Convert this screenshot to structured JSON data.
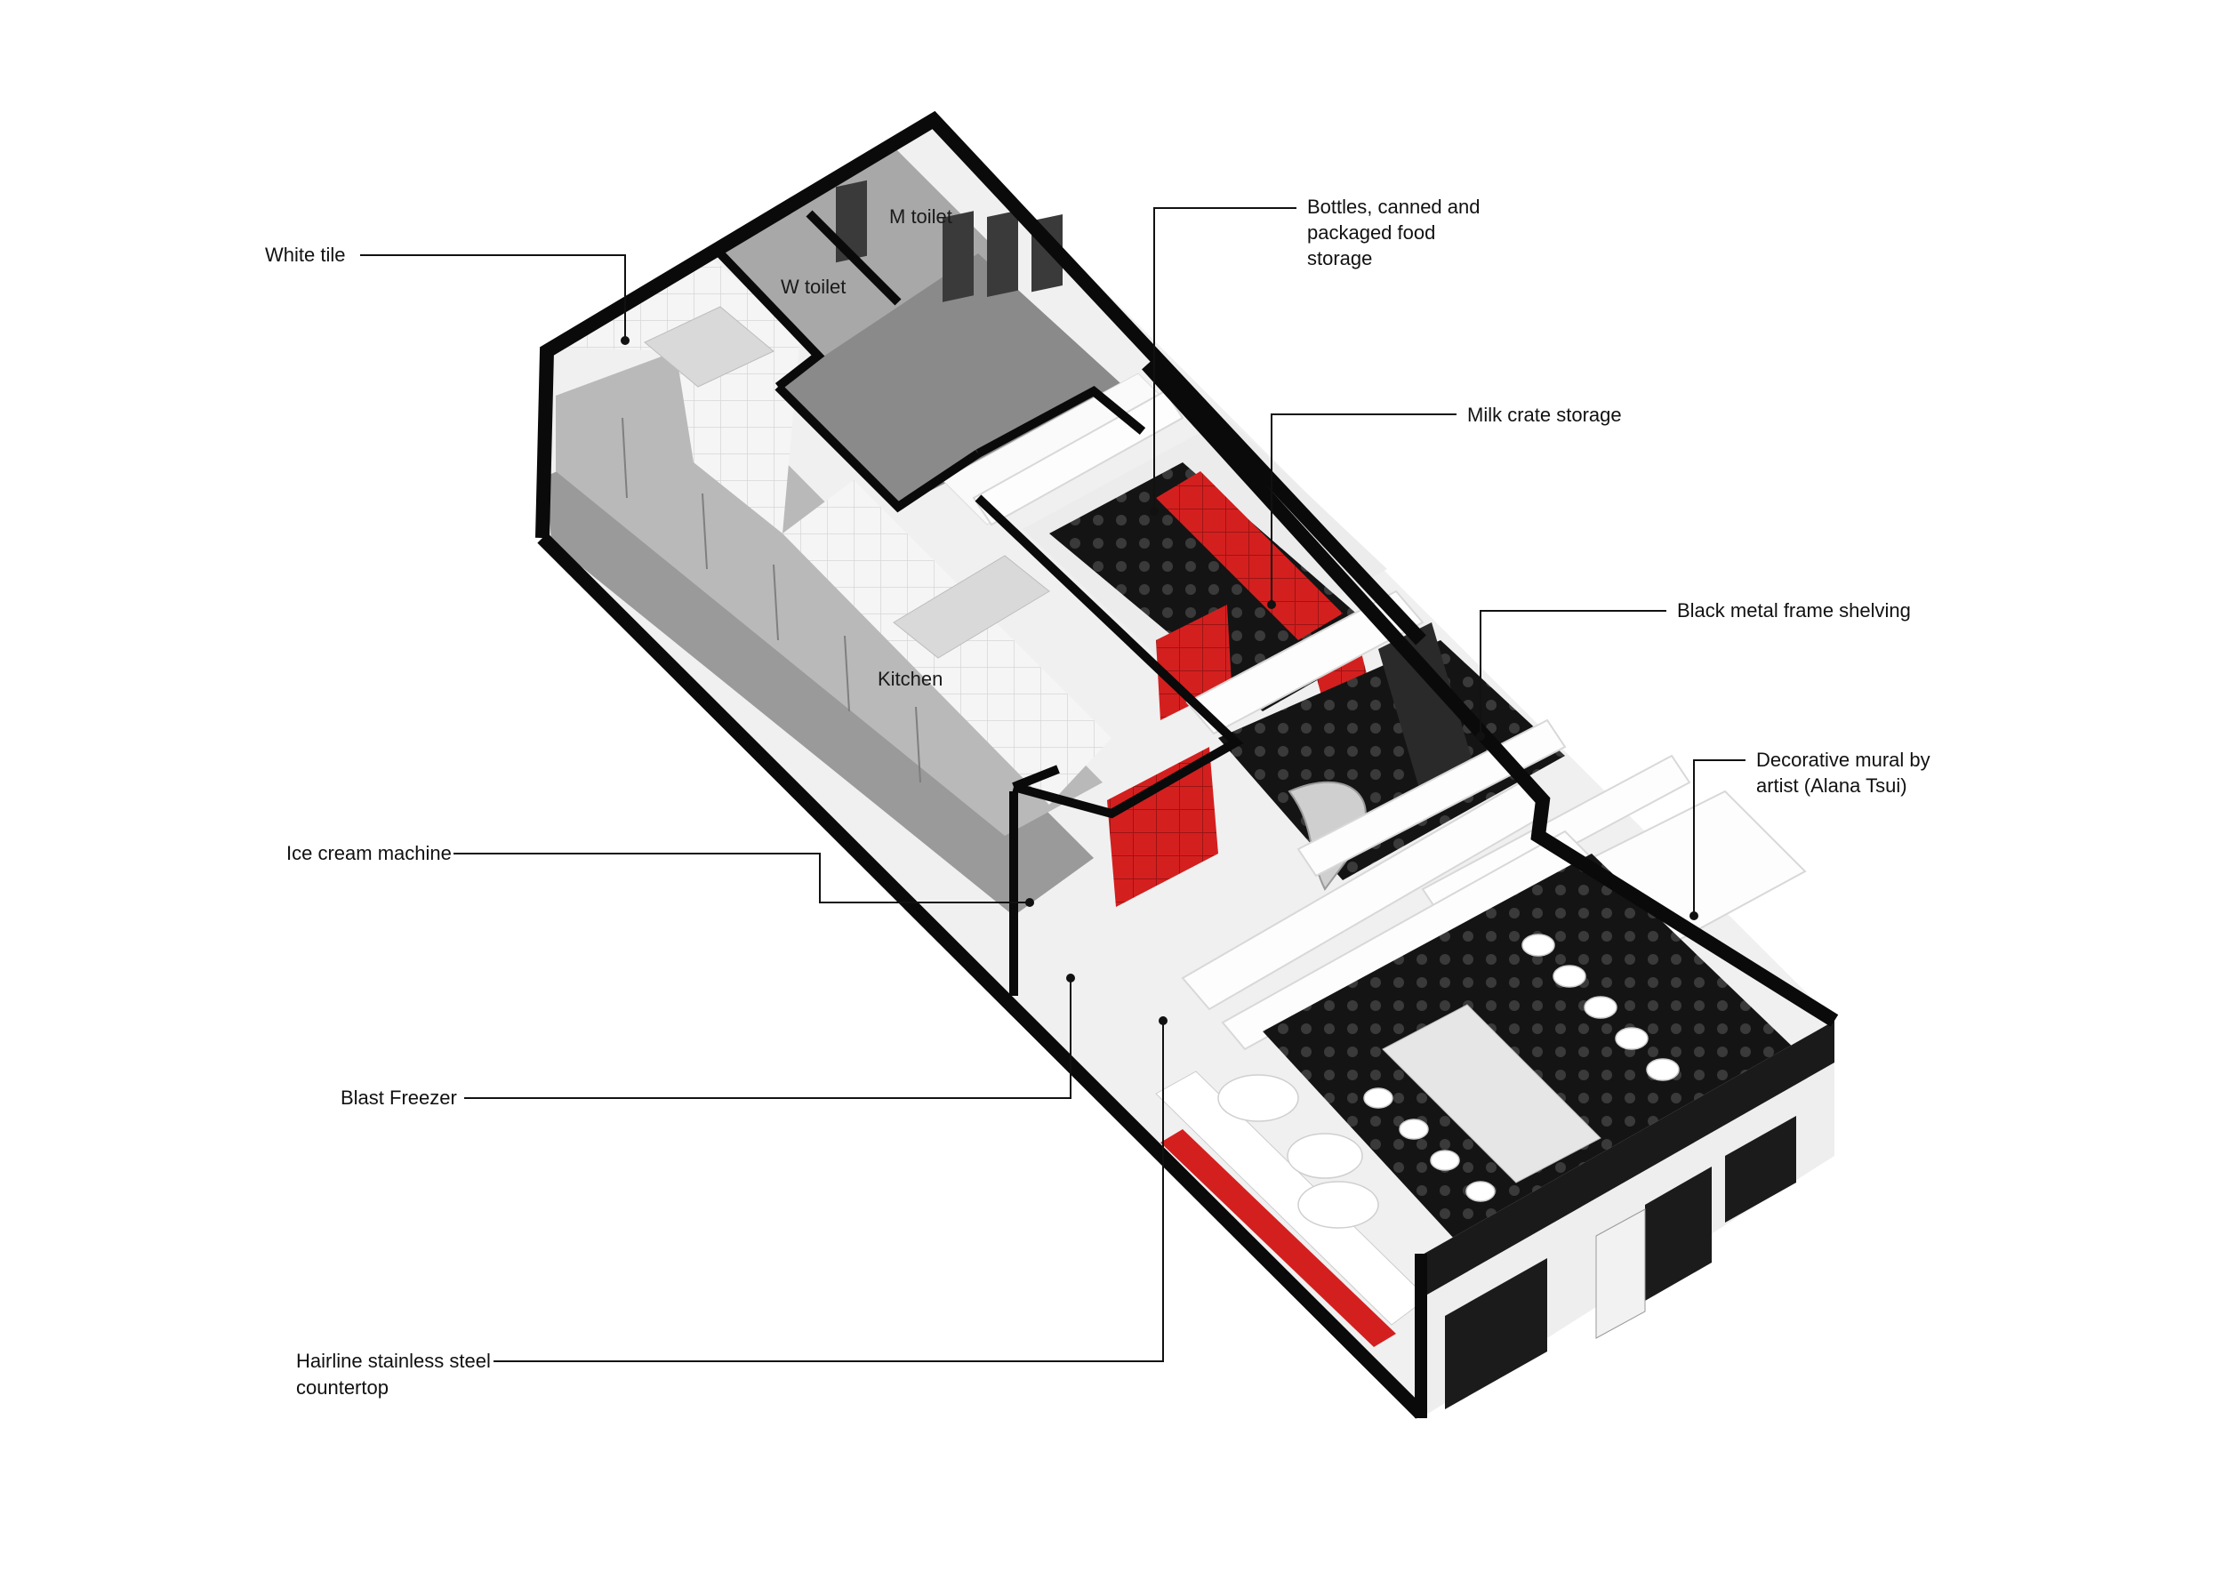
{
  "diagram": {
    "rooms": {
      "m_toilet": "M toilet",
      "w_toilet": "W toilet",
      "kitchen": "Kitchen"
    },
    "callouts": {
      "white_tile": "White tile",
      "bottles_line1": "Bottles, canned and",
      "bottles_line2": "packaged food",
      "bottles_line3": "storage",
      "milk_crate": "Milk crate storage",
      "black_shelving": "Black metal frame shelving",
      "mural_line1": "Decorative mural by",
      "mural_line2": "artist (Alana Tsui)",
      "ice_cream": "Ice cream machine",
      "blast_freezer": "Blast Freezer",
      "countertop_line1": "Hairline stainless steel",
      "countertop_line2": "countertop"
    },
    "colors": {
      "wall": "#0a0a0a",
      "floor_light": "#f1f1f1",
      "kitchen_grey": "#8f8f8f",
      "accent_red": "#d41f1f",
      "black_floor": "#151515"
    }
  }
}
